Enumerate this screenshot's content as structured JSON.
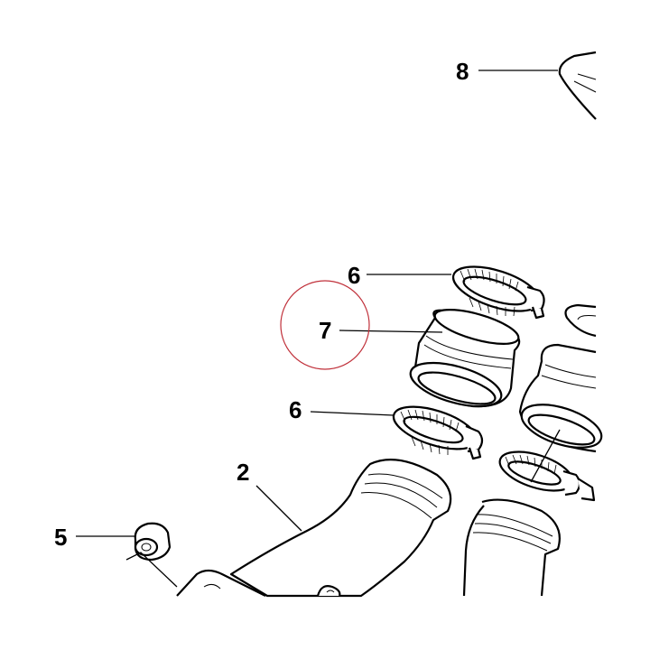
{
  "diagram": {
    "callouts": [
      {
        "id": "c8",
        "label": "8"
      },
      {
        "id": "c6a",
        "label": "6"
      },
      {
        "id": "c7",
        "label": "7"
      },
      {
        "id": "c6b",
        "label": "6"
      },
      {
        "id": "c2",
        "label": "2"
      },
      {
        "id": "c5",
        "label": "5"
      }
    ],
    "highlight_color": "#c0303a"
  }
}
